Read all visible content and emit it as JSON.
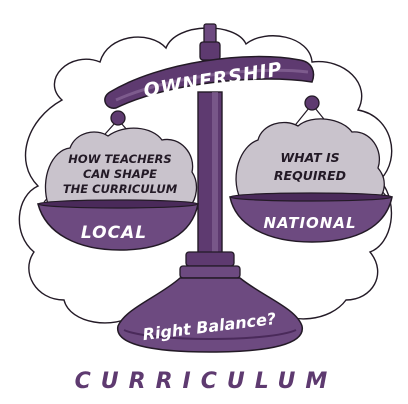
{
  "beam": {
    "label": "OWNERSHIP"
  },
  "left_pan": {
    "contents": [
      "HOW TEACHERS",
      "CAN SHAPE",
      "THE CURRICULUM"
    ],
    "label": "LOCAL"
  },
  "right_pan": {
    "contents": [
      "WHAT IS",
      "REQUIRED"
    ],
    "label": "NATIONAL"
  },
  "base": {
    "label": "Right Balance?"
  },
  "caption": "CURRICULUM",
  "colors": {
    "purple_dark": "#4a2a5a",
    "purple_mid": "#7a4f8c",
    "purple_light": "#a98bb8",
    "cloud_fill": "#ffffff",
    "pile_fill": "#c9c3cc",
    "outline": "#231a26"
  }
}
